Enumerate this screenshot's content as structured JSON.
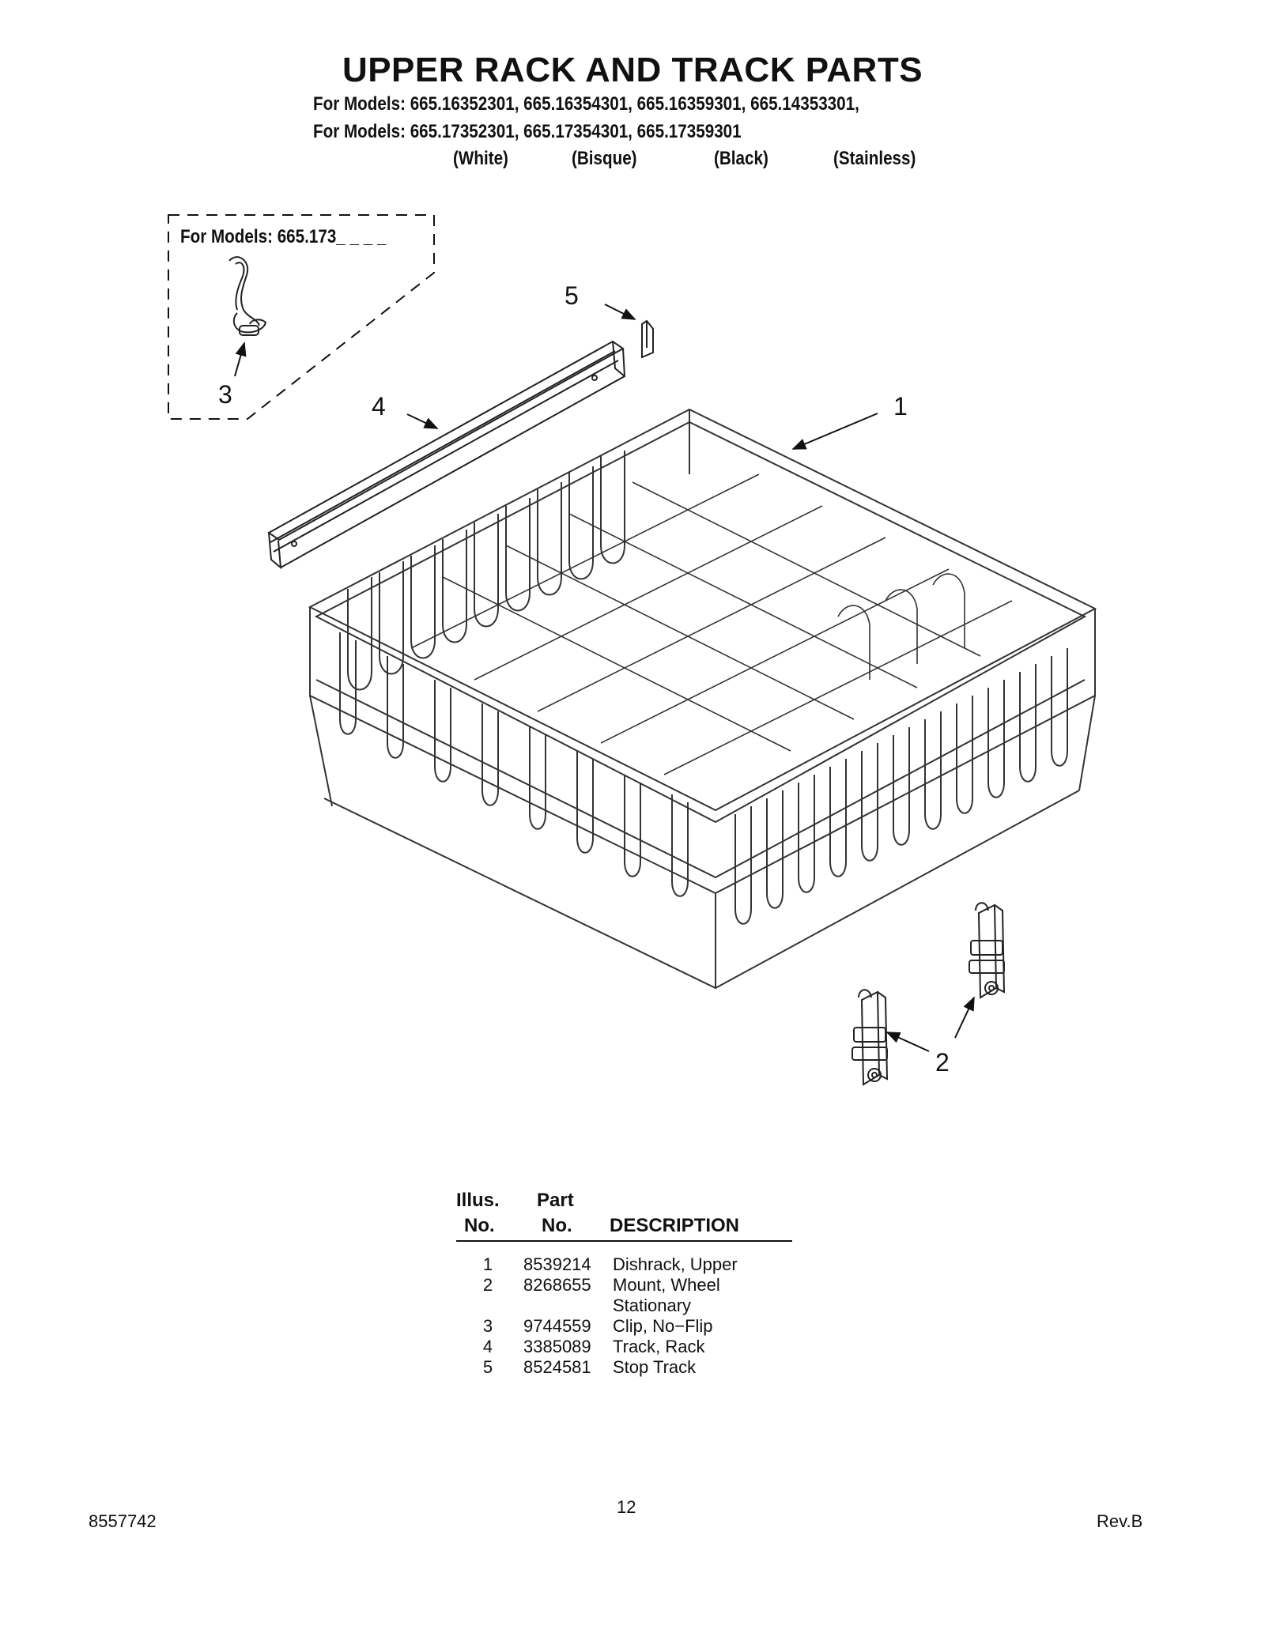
{
  "page": {
    "title": "UPPER RACK AND TRACK PARTS",
    "models_line1": "For Models: 665.16352301, 665.16354301, 665.16359301, 665.14353301,",
    "models_line2": "For Models: 665.17352301, 665.17354301, 665.17359301",
    "color_labels": [
      "(White)",
      "(Bisque)",
      "(Black)",
      "(Stainless)"
    ]
  },
  "diagram": {
    "box_label": "For Models: 665.173_ _ _ _",
    "callouts": [
      "1",
      "2",
      "3",
      "4",
      "5"
    ]
  },
  "parts_table": {
    "headers": {
      "illus_line1": "Illus.",
      "illus_line2": "No.",
      "part_line1": "Part",
      "part_line2": "No.",
      "description": "DESCRIPTION"
    },
    "rows": [
      {
        "illus": "1",
        "part": "8539214",
        "description": "Dishrack, Upper"
      },
      {
        "illus": "2",
        "part": "8268655",
        "description": "Mount, Wheel"
      },
      {
        "illus": "",
        "part": "",
        "description": "Stationary"
      },
      {
        "illus": "3",
        "part": "9744559",
        "description": "Clip, No−Flip"
      },
      {
        "illus": "4",
        "part": "3385089",
        "description": "Track, Rack"
      },
      {
        "illus": "5",
        "part": "8524581",
        "description": "Stop Track"
      }
    ]
  },
  "footer": {
    "doc_number": "8557742",
    "page_number": "12",
    "revision": "Rev.B"
  }
}
